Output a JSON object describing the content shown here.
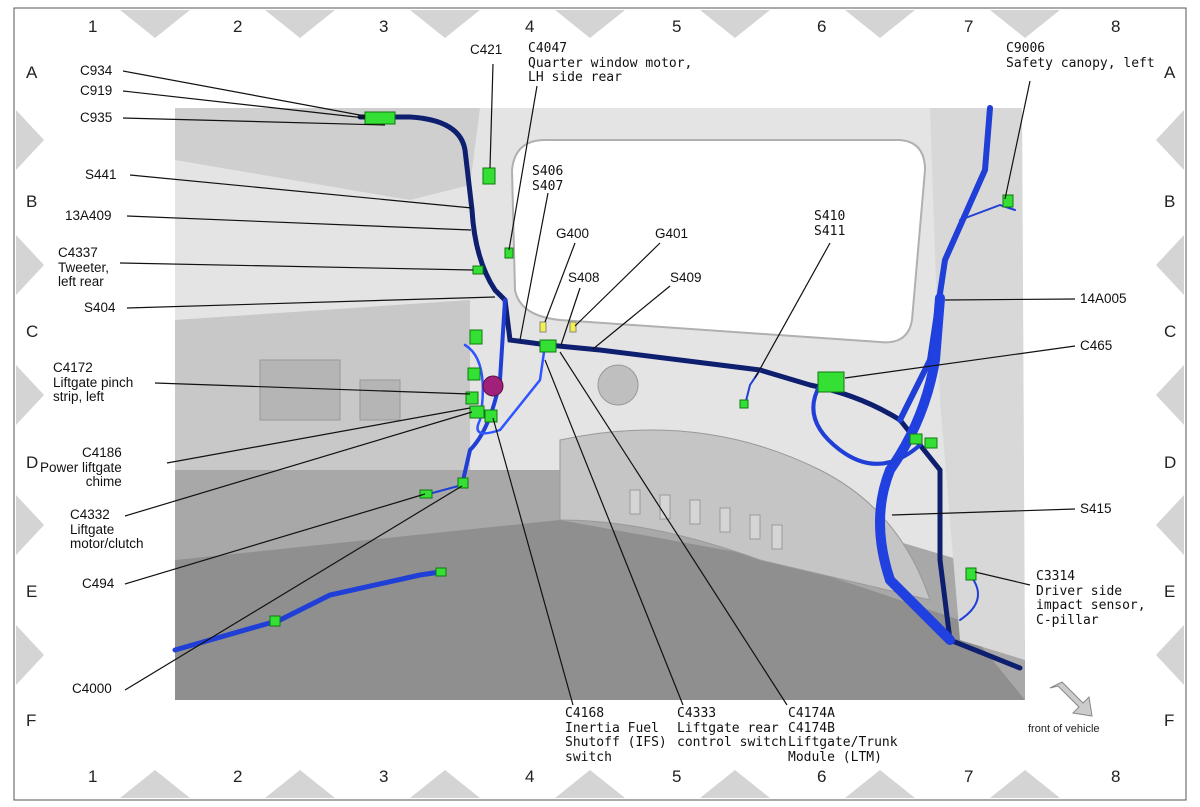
{
  "grid": {
    "columns": [
      "1",
      "2",
      "3",
      "4",
      "5",
      "6",
      "7",
      "8"
    ],
    "rows": [
      "A",
      "B",
      "C",
      "D",
      "E",
      "F"
    ]
  },
  "callouts": {
    "c934": "C934",
    "c919": "C919",
    "c935": "C935",
    "s441": "S441",
    "h13a409": "13A409",
    "c4337": "C4337\nTweeter,\nleft rear",
    "s404": "S404",
    "c4172": "C4172\nLiftgate pinch\nstrip, left",
    "c4186": "C4186\nPower liftgate\nchime",
    "c4332": "C4332\nLiftgate\nmotor/clutch",
    "c494": "C494",
    "c4000": "C4000",
    "c421": "C421",
    "c4047": "C4047\nQuarter window motor,\nLH side rear",
    "s406": "S406\nS407",
    "g400": "G400",
    "g401": "G401",
    "s408": "S408",
    "s409": "S409",
    "s410": "S410\nS411",
    "c9006": "C9006\nSafety canopy, left",
    "h14a005": "14A005",
    "c465": "C465",
    "s415": "S415",
    "c3314": "C3314\nDriver side\nimpact sensor,\nC-pillar",
    "c4168": "C4168\nInertia Fuel\nShutoff (IFS)\nswitch",
    "c4333": "C4333\nLiftgate rear\ncontrol switch",
    "c4174": "C4174A\nC4174B\nLiftgate/Trunk\nModule (LTM)"
  },
  "front_label": "front of vehicle",
  "colors": {
    "harness": "#1f3fd6",
    "harness_dark": "#0d1f6e",
    "connector": "#33e033",
    "body_panel": "#d9d9d9",
    "floor": "#9a9a9a"
  }
}
